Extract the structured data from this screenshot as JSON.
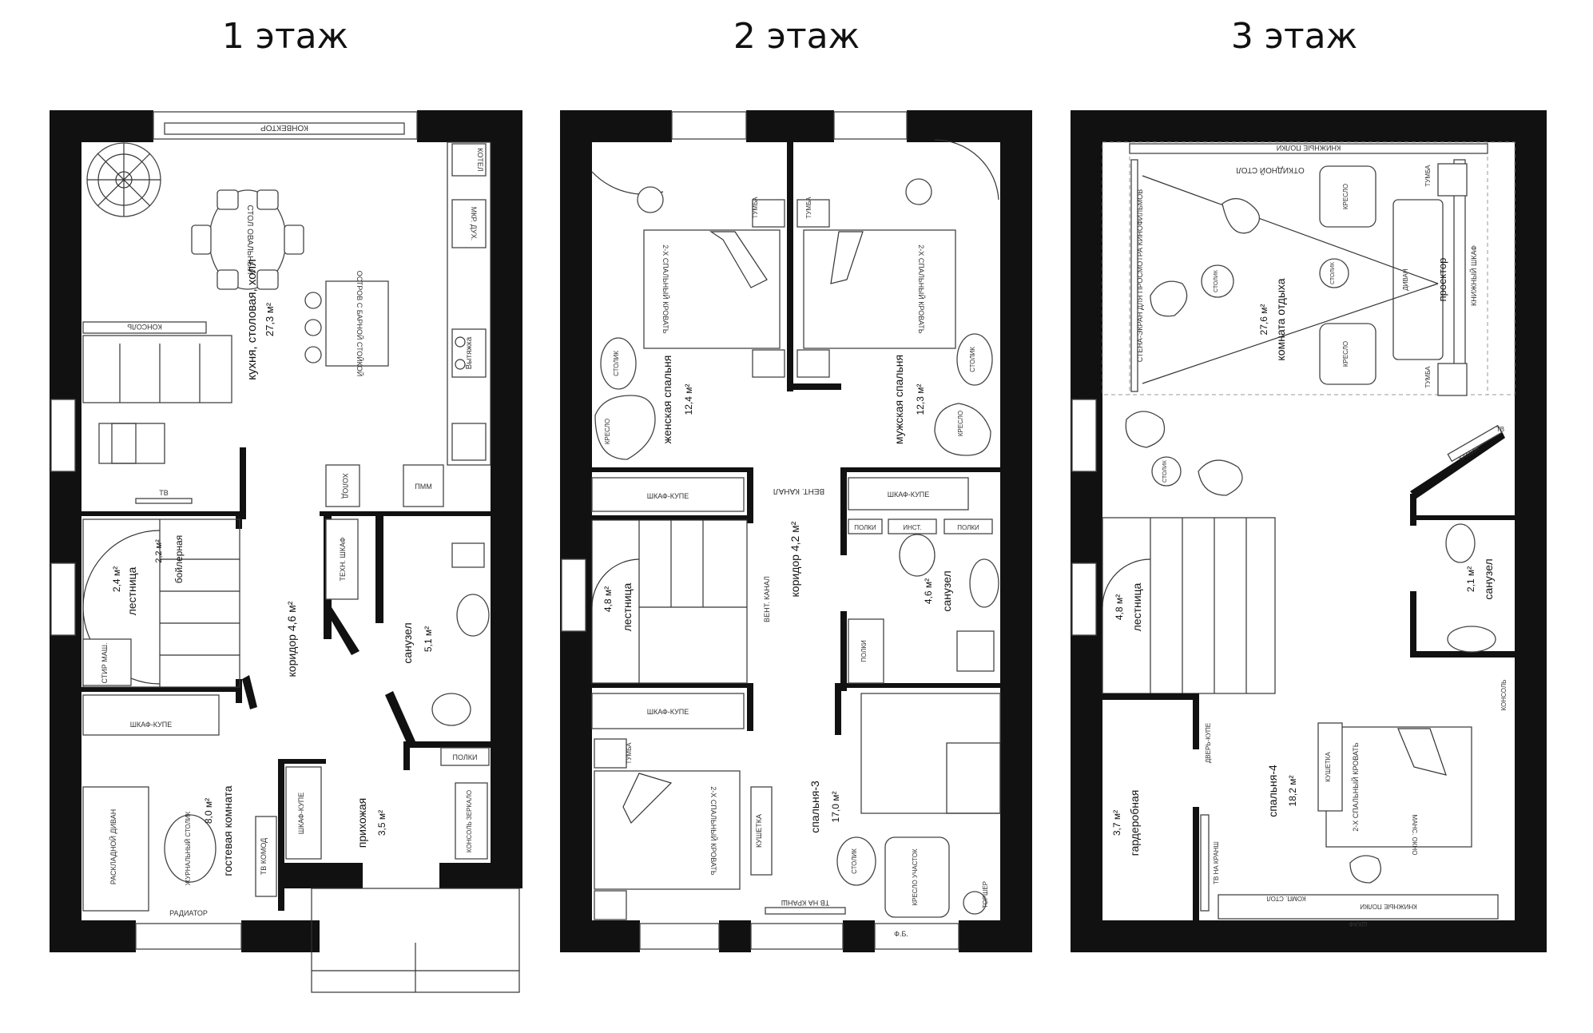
{
  "floors": [
    {
      "title": "1 этаж",
      "rooms": {
        "kitchen": {
          "name": "кухня, столовая, холл",
          "area": "27,3 м²"
        },
        "stair": {
          "name": "лестница",
          "area": "2,4 м²"
        },
        "boiler": {
          "name": "бойлерная",
          "area": "2,2 м²"
        },
        "corridor": {
          "name": "коридор 4,6 м²"
        },
        "bath": {
          "name": "санузел",
          "area": "5,1 м²"
        },
        "guest": {
          "name": "гостевая комната",
          "area": "8,0 м²"
        },
        "hall": {
          "name": "прихожая",
          "area": "3,5 м²"
        }
      },
      "furniture": {
        "convector": "КОНВЕКТОР",
        "boiler": "КОТЕЛ",
        "micro": "МКР. ДУХ.",
        "oval_table": "СТОЛ ОВАЛЬНЫЙ",
        "island": "ОСТРОВ С БАРНОЙ СТОЙКОЙ",
        "console": "КОНСОЛЬ",
        "hood": "Вытяжка",
        "radiator": "РАДИАТОР",
        "tv": "ТВ",
        "fridge": "ХОЛОД",
        "dishwasher": "ПММ",
        "tech_closet": "ТЕХН. ШКАФ",
        "washer": "СТИР МАШ.",
        "wardrobe": "ШКАФ-КУПЕ",
        "wardrobe2": "ШКАФ-КУПЕ",
        "shelves": "ПОЛКИ",
        "sofa": "РАСКЛАДНОЙ ДИВАН",
        "coffee_table": "ЖУРНАЛЬНЫЙ СТОЛИК",
        "tv_dresser": "ТВ КОМОД",
        "console_mirror": "КОНСОЛЬ ЗЕРКАЛО"
      }
    },
    {
      "title": "2 этаж",
      "rooms": {
        "female": {
          "name": "женская спальня",
          "area": "12,4 м²"
        },
        "male": {
          "name": "мужская спальня",
          "area": "12,3 м²"
        },
        "corridor": {
          "name": "коридор 4,2 м²"
        },
        "stair": {
          "name": "лестница",
          "area": "4,8 м²"
        },
        "bath": {
          "name": "санузел",
          "area": "4,6 м²"
        },
        "bed3": {
          "name": "спальня-3",
          "area": "17,0 м²"
        }
      },
      "furniture": {
        "bed": "2-Х СПАЛЬНЫЙ КРОВАТЬ",
        "tumba": "ТУМБА",
        "stolik": "СТОЛИК",
        "armchair": "КРЕСЛО",
        "wardrobe": "ШКАФ-КУПЕ",
        "vent": "ВЕНТ. КАНАЛ",
        "shelves": "ПОЛКИ",
        "inst": "ИНСТ.",
        "kushetka": "КУШЕТКА",
        "tv_bracket": "ТВ НА КРАНШ",
        "reading_chair": "КРЕСЛО УЧАСТОК",
        "torsher": "ТОРШЕР",
        "fb": "Ф.Б."
      }
    },
    {
      "title": "3 этаж",
      "rooms": {
        "lounge": {
          "name": "комната отдыха",
          "area": "27,6 м²"
        },
        "stair": {
          "name": "лестница",
          "area": "4,8 м²"
        },
        "bath": {
          "name": "санузел",
          "area": "2,1 м²"
        },
        "bed4": {
          "name": "спальня-4",
          "area": "18,2 м²"
        },
        "dressing": {
          "name": "гардеробная",
          "area": "3,7 м²"
        }
      },
      "furniture": {
        "book_shelves": "КНИЖНЫЕ ПОЛКИ",
        "folding_table": "ОТКИДНОЙ СТОЛ",
        "screen_wall": "СТЕНА-ЭКРАН ДЛЯ ПРОСМОТРА КИНОФИЛЬМОВ",
        "projector": "проектор",
        "divan": "ДИВАН",
        "book_cabinet": "КНИЖНЫЙ ШКАФ",
        "fireplace": "КАМИН",
        "tv": "ТВ",
        "sliding_door": "ДВЕРЬ-КУПЕ",
        "tv_bracket": "ТВ НА КРАНШ",
        "comp_table": "КОМП. СТОЛ",
        "mans_window": "МАНС. ОКНО",
        "shkaf": "ШКАФ",
        "console": "КОНСОЛЬ"
      }
    }
  ]
}
